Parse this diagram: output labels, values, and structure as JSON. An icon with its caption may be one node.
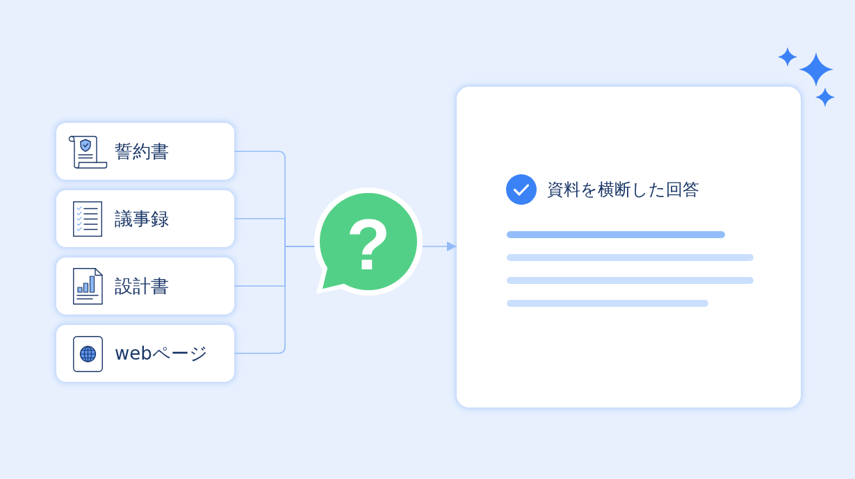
{
  "diagram": {
    "nodes": [
      {
        "text": [
          "誓約書"
        ]
      },
      {
        "text": [
          "議事録"
        ]
      },
      {
        "text": [
          "設計書"
        ]
      },
      {
        "text": [
          "webページ"
        ]
      },
      {
        "text": [
          "?"
        ]
      },
      {
        "text": [
          "資料を横断した回答"
        ]
      }
    ],
    "edges": [
      {
        "from": 0,
        "to": 4,
        "arrow": "none"
      },
      {
        "from": 1,
        "to": 4,
        "arrow": "none"
      },
      {
        "from": 2,
        "to": 4,
        "arrow": "none"
      },
      {
        "from": 3,
        "to": 4,
        "arrow": "none"
      },
      {
        "from": 4,
        "to": 5,
        "arrow": "to"
      }
    ]
  }
}
